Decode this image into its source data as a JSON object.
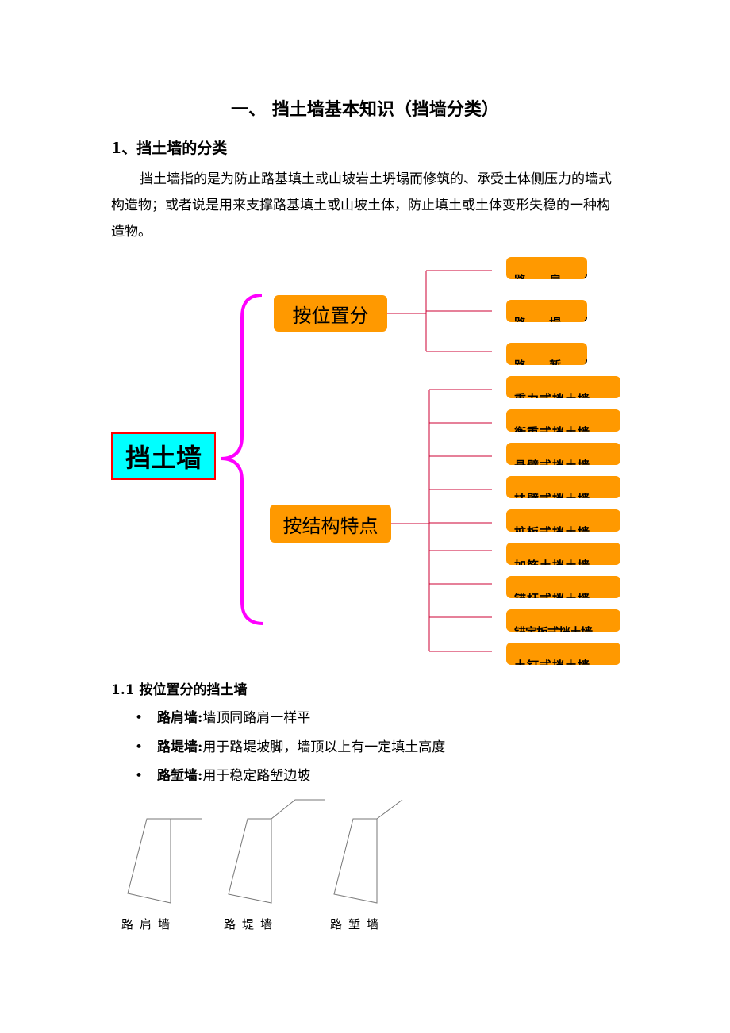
{
  "title": "一、 挡土墙基本知识（挡墙分类）",
  "section1": "1、挡土墙的分类",
  "paragraph": "挡土墙指的是为防止路基填土或山坡岩土坍塌而修筑的、承受土体侧压力的墙式构造物；或者说是用来支撑路基填土或山坡土体，防止填土或土体变形失稳的一种构造物。",
  "mindmap": {
    "root": "挡土墙",
    "branch1": {
      "label": "按位置分",
      "items": [
        "路 肩 墙",
        "路 堤 墙",
        "路 堑 墙"
      ]
    },
    "branch2": {
      "label": "按结构特点",
      "items": [
        "重力式挡土墙",
        "衡重式挡土墙",
        "悬臂式挡土墙",
        "扶壁式挡土墙",
        "桩板式挡土墙",
        "加筋土挡土墙",
        "锚杆式挡土墙",
        "锚定板式挡土墙",
        "土钉式挡土墙"
      ]
    }
  },
  "section11": "1.1 按位置分的挡土墙",
  "bullets": [
    {
      "term": "路肩墙:",
      "desc": "墙顶同路肩一样平"
    },
    {
      "term": "路堤墙:",
      "desc": "用于路堤坡脚，墙顶以上有一定填土高度"
    },
    {
      "term": "路堑墙:",
      "desc": "用于稳定路堑边坡"
    }
  ],
  "figure_captions": [
    "路肩墙",
    "路堤墙",
    "路堑墙"
  ],
  "colors": {
    "orange": "#ff9900",
    "cyan": "#00ffff",
    "brace": "#ff00ff",
    "connector": "#cc0033"
  }
}
